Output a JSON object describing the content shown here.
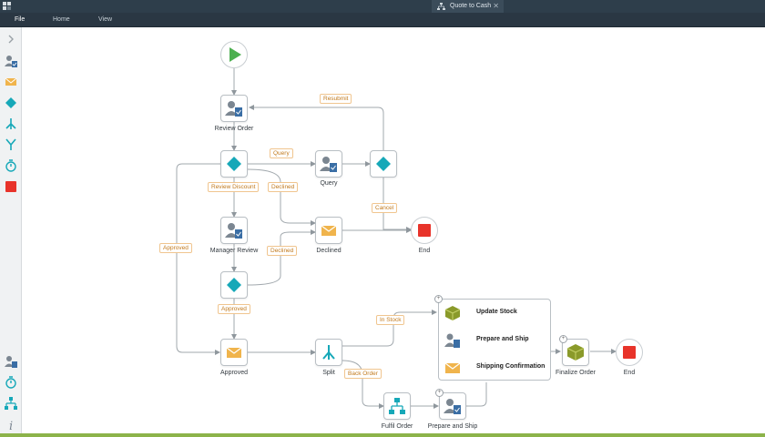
{
  "window": {
    "tab_title": "Quote to Cash",
    "close_glyph": "✕"
  },
  "menu": {
    "file": "File",
    "home": "Home",
    "view": "View"
  },
  "toolbar": {
    "top_tools": [
      "chevron-right-icon",
      "user-task-icon",
      "email-icon",
      "decision-icon",
      "split-icon",
      "merge-icon",
      "timer-icon",
      "end-icon"
    ],
    "bottom_tools": [
      "user-task-icon",
      "timer-icon",
      "hierarchy-icon",
      "info-icon"
    ]
  },
  "nodes": {
    "review_order": "Review Order",
    "query": "Query",
    "manager_review": "Manager Review",
    "declined": "Declined",
    "end_1": "End",
    "approved": "Approved",
    "split": "Split",
    "finalize_order": "Finalize Order",
    "end_2": "End",
    "fulfil_order": "Fulfil Order",
    "prepare_and_ship": "Prepare and Ship"
  },
  "group": {
    "items": [
      "Update Stock",
      "Prepare and Ship",
      "Shipping Confirmation"
    ],
    "badge": "+"
  },
  "edges": {
    "resubmit": "Resubmit",
    "query": "Query",
    "review_discount": "Review Discount",
    "declined_1": "Declined",
    "cancel": "Cancel",
    "approved_side": "Approved",
    "declined_2": "Declined",
    "approved_bottom": "Approved",
    "in_stock": "In Stock",
    "back_order": "Back Order"
  },
  "colors": {
    "start_green": "#4caf50",
    "end_red": "#e8332a",
    "decision_teal": "#16a8b8",
    "email_orange": "#f0b44c",
    "edge_label": "#c27a1e",
    "package_olive": "#8a9a2a",
    "accent_green": "#8cb34a"
  }
}
